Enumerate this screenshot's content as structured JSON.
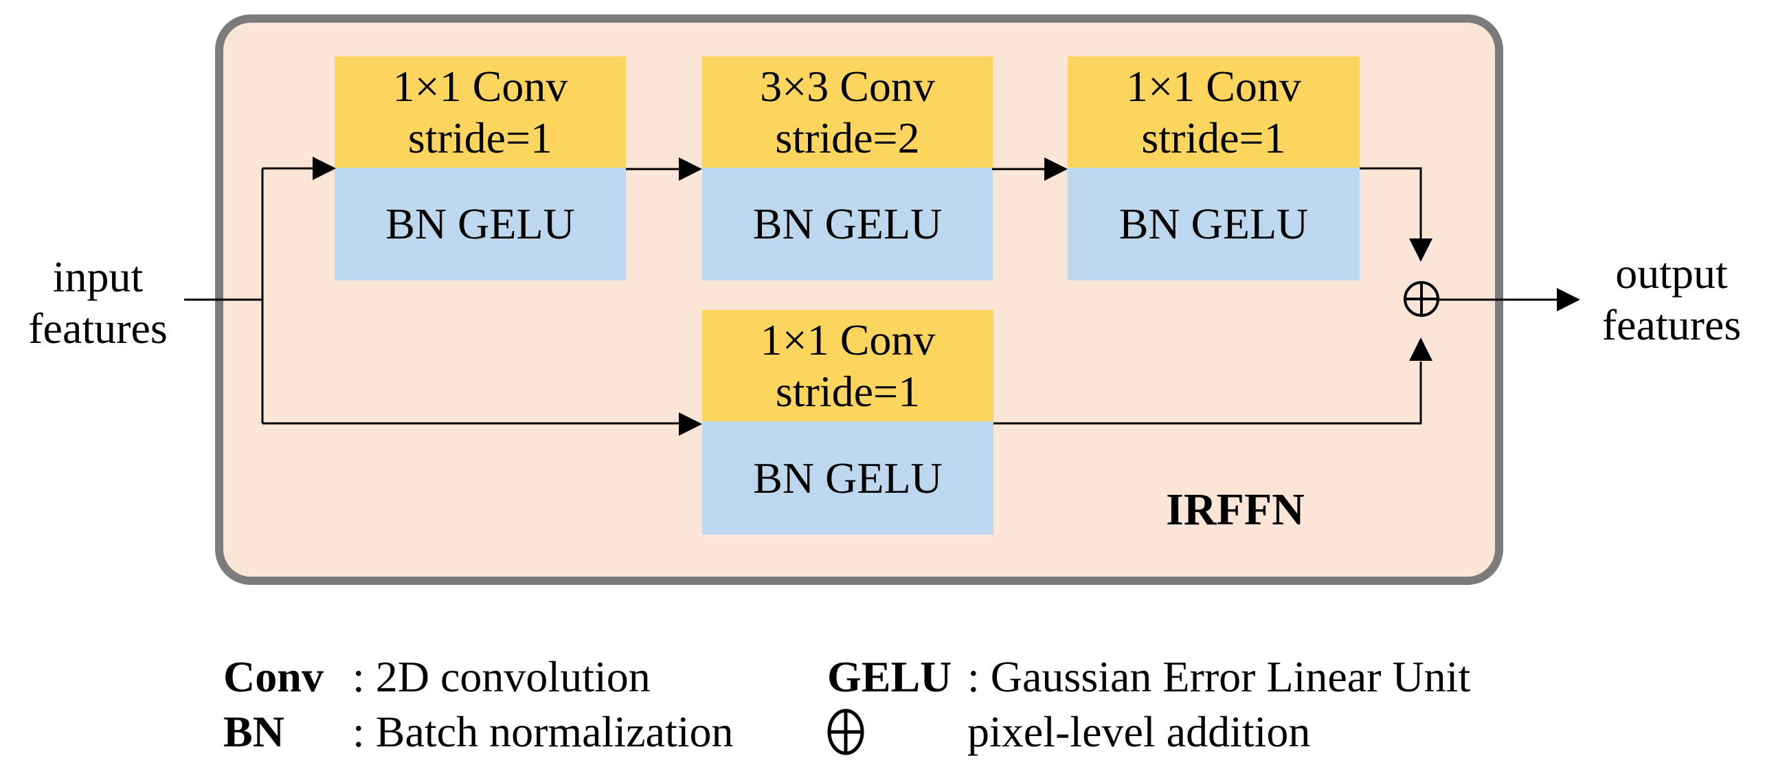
{
  "diagram": {
    "module_label": "IRFFN",
    "input_label": {
      "line1": "input",
      "line2": "features"
    },
    "output_label": {
      "line1": "output",
      "line2": "features"
    },
    "blocks": [
      {
        "id": "expand-conv",
        "conv": "1×1 Conv",
        "stride": "stride=1",
        "norm": "BN GELU"
      },
      {
        "id": "depth-conv",
        "conv": "3×3 Conv",
        "stride": "stride=2",
        "norm": "BN GELU"
      },
      {
        "id": "project-conv",
        "conv": "1×1 Conv",
        "stride": "stride=1",
        "norm": "BN GELU"
      },
      {
        "id": "shortcut-conv",
        "conv": "1×1 Conv",
        "stride": "stride=1",
        "norm": "BN GELU"
      }
    ],
    "add_symbol": "⊕"
  },
  "legend": {
    "left_rows": [
      {
        "term": "Conv",
        "definition": ": 2D convolution"
      },
      {
        "term": "BN",
        "definition": ": Batch normalization"
      }
    ],
    "right_rows": [
      {
        "term": "GELU",
        "definition": ": Gaussian Error Linear Unit"
      },
      {
        "term": "⊕",
        "definition": "pixel-level addition"
      }
    ]
  },
  "colors": {
    "panel_fill": "#FBE5D6",
    "conv_fill": "#FCD55E",
    "norm_fill": "#BDD7EE",
    "panel_border": "#7B7B7B",
    "ink": "#000000"
  }
}
